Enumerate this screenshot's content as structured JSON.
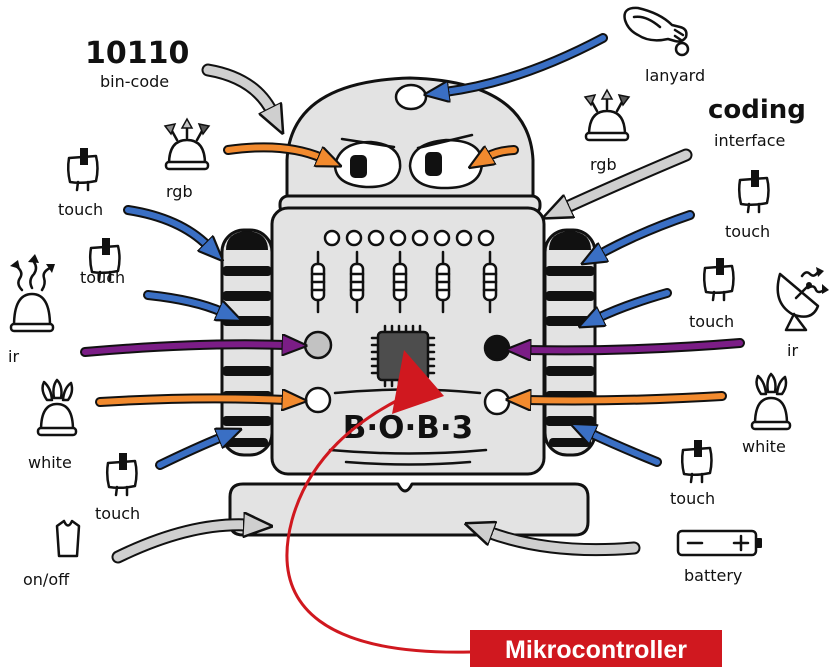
{
  "labels": {
    "bin_code_value": "10110",
    "bin_code": "bin-code",
    "lanyard": "lanyard",
    "rgb_right": "rgb",
    "coding": "coding",
    "interface": "interface",
    "rgb_left": "rgb",
    "touch_left_top": "touch",
    "touch_right_top": "touch",
    "touch_left_middle": "touch",
    "touch_right_middle": "touch",
    "ir_left": "ir",
    "ir_right": "ir",
    "white_left": "white",
    "white_right": "white",
    "touch_left_bottom": "touch",
    "touch_right_bottom": "touch",
    "on_off": "on/off",
    "battery": "battery"
  },
  "robot": {
    "name": "B·O·B·3"
  },
  "callout": {
    "label": "Mikrocontroller"
  },
  "colors": {
    "touch_arrow": "#3a6fc4",
    "led_arrow": "#f28a2e",
    "ir_arrow": "#7b1d86",
    "misc_arrow": "#cfcfcf",
    "callout": "#d0181f",
    "robot_body": "#e3e3e3"
  },
  "icons": [
    "lanyard-icon",
    "rgb-led-icon",
    "touch-sensor-icon",
    "ir-led-icon",
    "ir-receiver-icon",
    "white-led-icon",
    "switch-icon",
    "battery-icon"
  ]
}
